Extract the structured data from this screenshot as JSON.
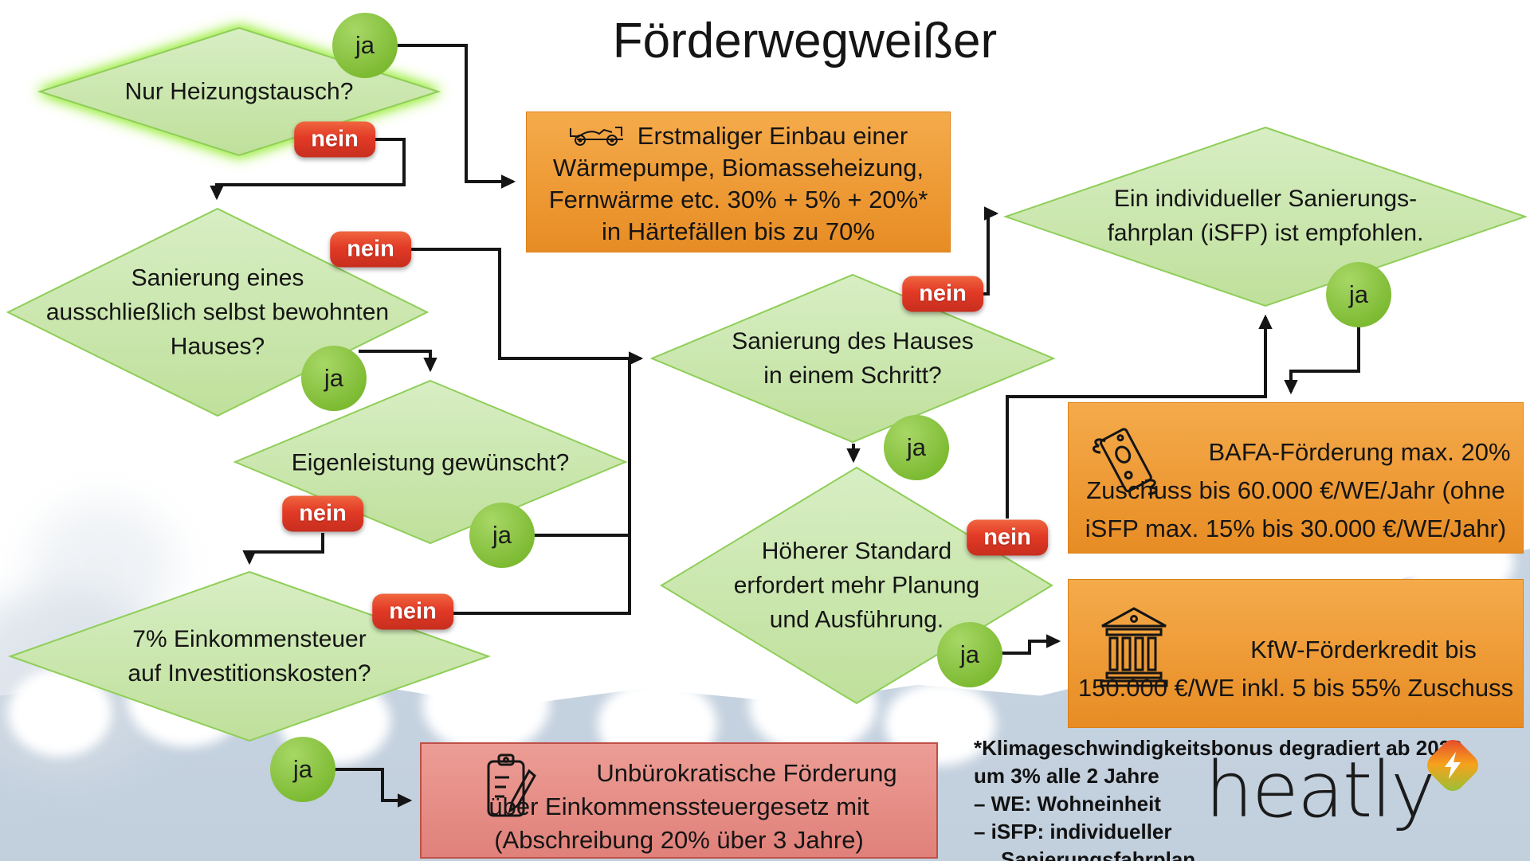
{
  "title": "Förderwegweißer",
  "labels": {
    "yes": "ja",
    "no": "nein"
  },
  "nodes": {
    "heating_swap": {
      "lines": [
        "Nur Heizungstausch?"
      ]
    },
    "self_occupied": {
      "lines": [
        "Sanierung eines",
        "ausschließlich selbst bewohnten",
        "Hauses?"
      ]
    },
    "own_work": {
      "lines": [
        "Eigenleistung gewünscht?"
      ]
    },
    "income_tax": {
      "lines": [
        "7% Einkommensteuer",
        "auf Investitionskosten?"
      ]
    },
    "one_step": {
      "lines": [
        "Sanierung des Hauses",
        "in einem Schritt?"
      ]
    },
    "higher_standard": {
      "lines": [
        "Höherer Standard",
        "erfordert mehr Planung",
        "und Ausführung."
      ]
    },
    "isfp": {
      "lines": [
        "Ein individueller Sanierungs-",
        "fahrplan (iSFP) ist empfohlen."
      ]
    }
  },
  "outcomes": {
    "first_install": {
      "icon": "race-car-icon",
      "lines": [
        "Erstmaliger Einbau einer",
        "Wärmepumpe, Biomasseheizung,",
        "Fernwärme etc. 30% + 5% + 20%*",
        "in Härtefällen bis zu 70%"
      ]
    },
    "bafa": {
      "icon": "flying-money-icon",
      "lines": [
        "BAFA-Förderung max. 20%",
        "Zuschuss bis 60.000 €/WE/Jahr (ohne",
        "iSFP max. 15% bis 30.000 €/WE/Jahr)"
      ]
    },
    "kfw": {
      "icon": "bank-icon",
      "lines": [
        "KfW-Förderkredit bis",
        "150.000 €/WE inkl. 5 bis 55% Zuschuss"
      ]
    },
    "tax": {
      "icon": "clipboard-pencil-icon",
      "lines": [
        "Unbürokratische Förderung",
        "über Einkommenssteuergesetz mit",
        "(Abschreibung 20% über 3 Jahre)"
      ]
    }
  },
  "footnote": {
    "lines": [
      "*Klimageschwindigkeitsbonus degradiert ab 2028",
      "um 3% alle 2 Jahre",
      "–  WE: Wohneinheit",
      "–  iSFP: individueller",
      "Sanierungsfahrplan"
    ]
  },
  "logo": {
    "wordmark": "heatly",
    "icon": "lightning-icon"
  },
  "colors": {
    "diamond_top": "#d8eec4",
    "diamond_bottom": "#bfe09b",
    "diamond_border": "#8fce58",
    "glow": "#9bec42",
    "yes_top": "#a7d766",
    "yes_bottom": "#7cba31",
    "yes_text": "#1c1c1c",
    "no_top": "#f0663f",
    "no_mid": "#e23a26",
    "no_bottom": "#c82e1e",
    "no_text": "#ffffff",
    "orange_top": "#f5ab4b",
    "orange_bottom": "#e78c24",
    "orange_border": "#db8118",
    "red_top": "#ec9d95",
    "red_bottom": "#e0817a",
    "red_border": "#bf5048",
    "line": "#151515",
    "text": "#151515",
    "band": "#c8d5e2",
    "title": "#151515"
  }
}
